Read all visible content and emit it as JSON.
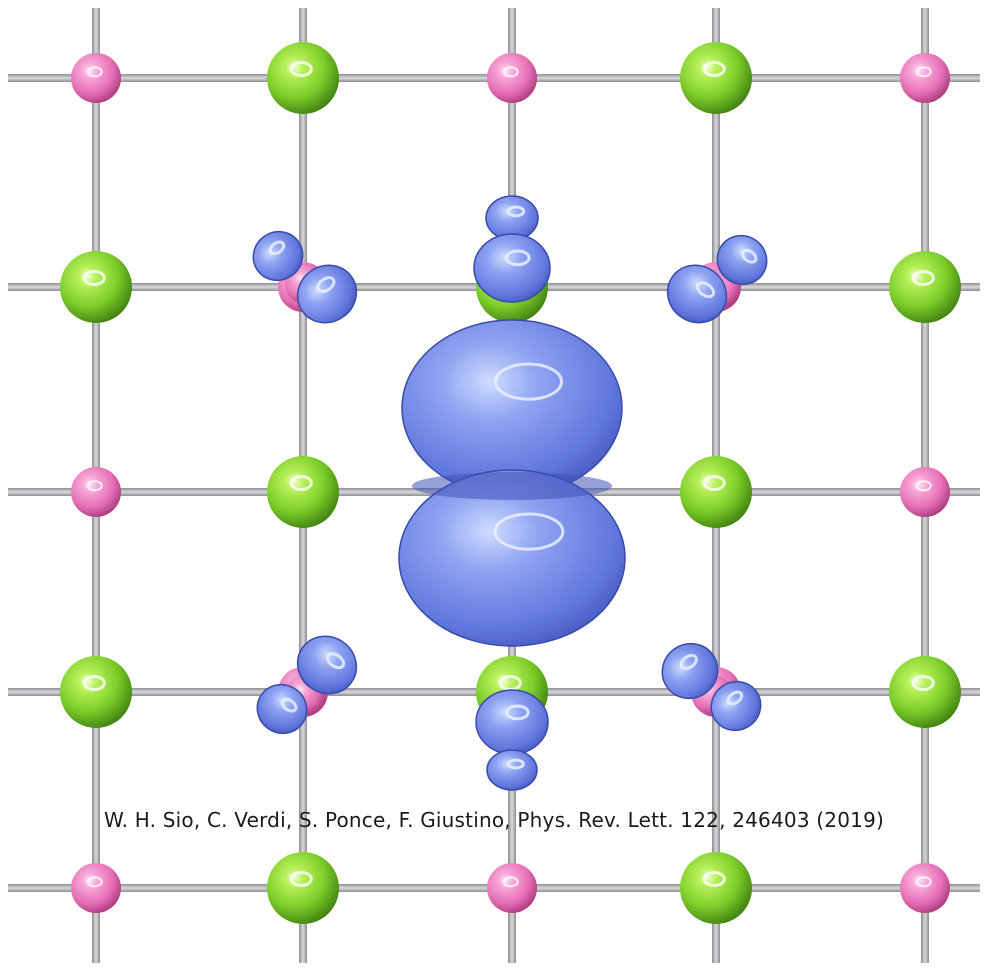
{
  "citation": "W. H. Sio, C. Verdi, S. Ponce, F. Giustino, Phys. Rev. Lett. 122, 246403 (2019)",
  "colors": {
    "background": "#ffffff",
    "bond": "#a9a9ad",
    "green_atom": "#8fd43a",
    "pink_atom": "#ee77bb",
    "polaron_lobe": "#6f86e3"
  },
  "lattice": {
    "rows": 5,
    "columns": 5,
    "atom_types": [
      "pink-atom",
      "green-atom"
    ]
  }
}
